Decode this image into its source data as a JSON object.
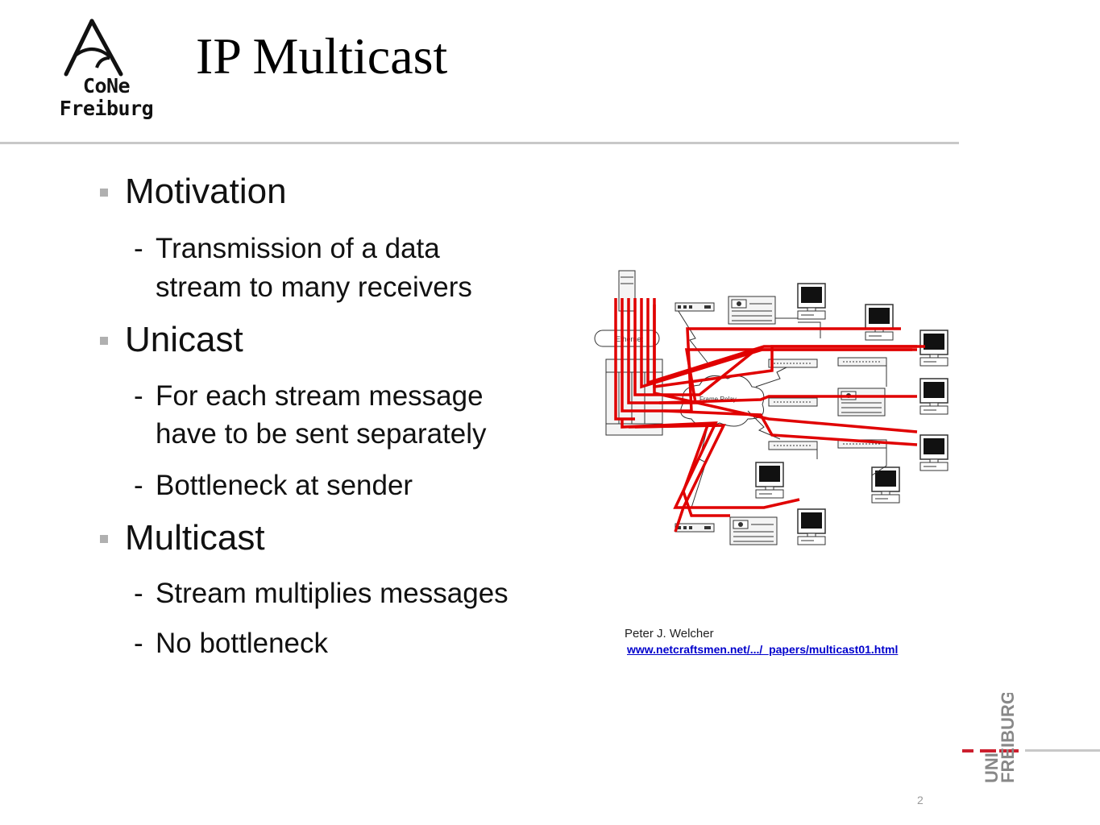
{
  "logo": {
    "line1": "CoNe",
    "line2": "Freiburg"
  },
  "title": "IP Multicast",
  "bullets": [
    {
      "label": "Motivation",
      "subs": [
        "Transmission of a data",
        "stream to many receivers"
      ]
    },
    {
      "label": "Unicast",
      "subs": [
        "For each stream message",
        "have to be sent separately",
        "Bottleneck at sender"
      ]
    },
    {
      "label": "Multicast",
      "subs": [
        "Stream multiplies messages",
        "No bottleneck"
      ]
    }
  ],
  "diagram": {
    "cloud_label": "Frame Relay",
    "wan_label": "Ethernet"
  },
  "credit": {
    "author": "Peter J. Welcher",
    "link": "www.netcraftsmen.net/.../_papers/multicast01.html"
  },
  "footer": {
    "page_number": "2",
    "university": [
      "UNI",
      "FREIBURG"
    ]
  },
  "colors": {
    "accent_red": "#cc1f2e",
    "stream_red": "#e00000",
    "rule_gray": "#c8c8c8"
  }
}
